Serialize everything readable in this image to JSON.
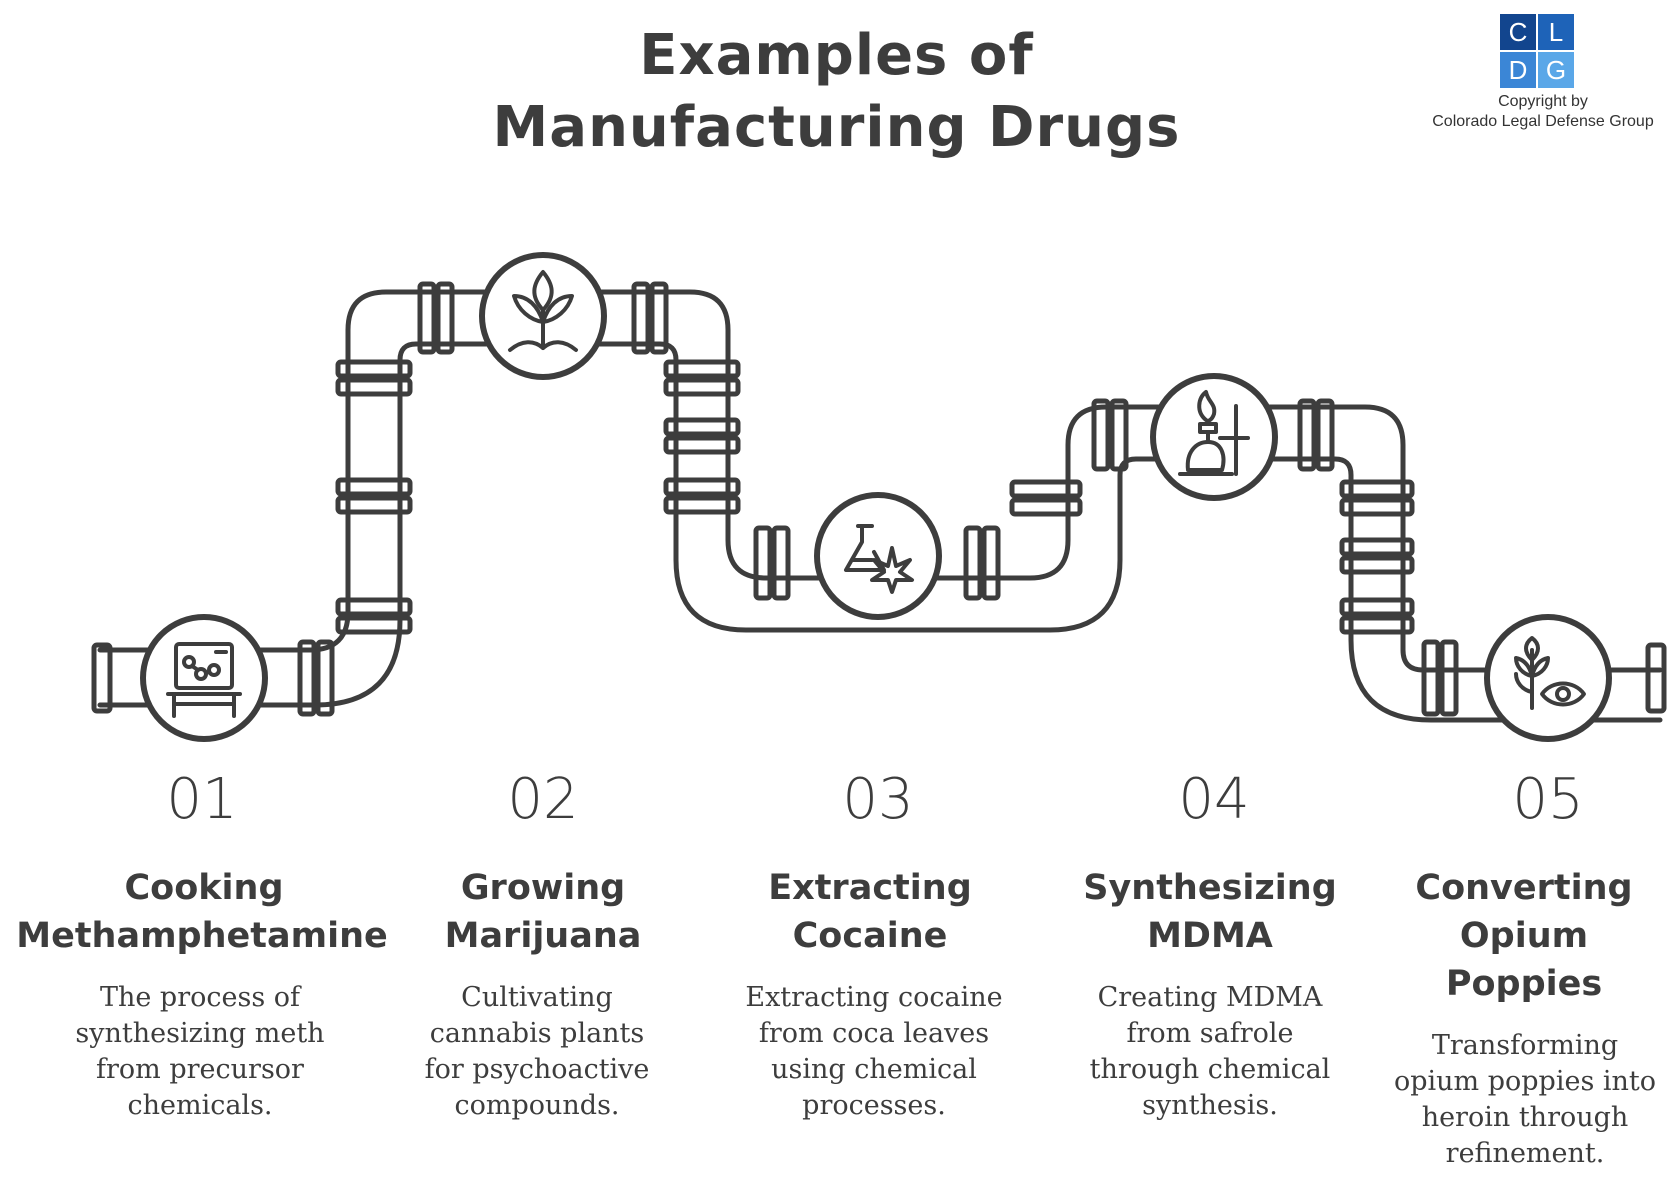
{
  "title": {
    "line1": "Examples of",
    "line2": "Manufacturing Drugs"
  },
  "logo": {
    "cells": [
      "C",
      "L",
      "D",
      "G"
    ],
    "colors": [
      "#12458e",
      "#1e63b8",
      "#3b86d6",
      "#5aa7e8"
    ],
    "copyright_line1": "Copyright by",
    "copyright_line2": "Colorado Legal Defense Group"
  },
  "steps": [
    {
      "number": "01",
      "title_line1": "Cooking",
      "title_line2": "Methamphetamine",
      "title_line3": "",
      "desc_lines": [
        "The process of",
        "synthesizing meth",
        "from precursor",
        "chemicals."
      ],
      "icon": "lab-bench-icon"
    },
    {
      "number": "02",
      "title_line1": "Growing",
      "title_line2": "Marijuana",
      "title_line3": "",
      "desc_lines": [
        "Cultivating",
        "cannabis plants",
        "for psychoactive",
        "compounds."
      ],
      "icon": "sprout-icon"
    },
    {
      "number": "03",
      "title_line1": "Extracting",
      "title_line2": "Cocaine",
      "title_line3": "",
      "desc_lines": [
        "Extracting cocaine",
        "from coca leaves",
        "using chemical",
        "processes."
      ],
      "icon": "flask-leaf-icon"
    },
    {
      "number": "04",
      "title_line1": "Synthesizing",
      "title_line2": "MDMA",
      "title_line3": "",
      "desc_lines": [
        "Creating MDMA",
        "from safrole",
        "through chemical",
        "synthesis."
      ],
      "icon": "bunsen-burner-icon"
    },
    {
      "number": "05",
      "title_line1": "Converting",
      "title_line2": "Opium",
      "title_line3": "Poppies",
      "desc_lines": [
        "Transforming",
        "opium poppies into",
        "heroin through",
        "refinement."
      ],
      "icon": "plant-eye-icon"
    }
  ],
  "colors": {
    "ink": "#3d3d3d",
    "background": "#ffffff"
  }
}
